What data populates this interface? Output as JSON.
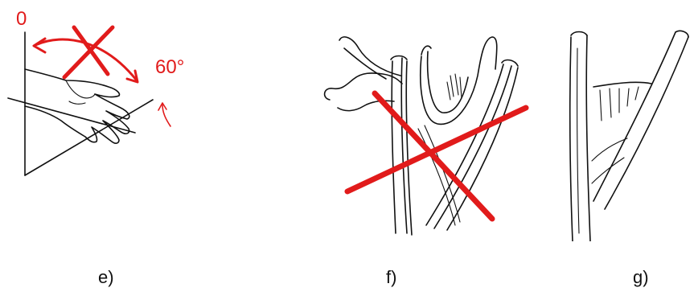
{
  "panels": [
    {
      "id": "e",
      "label": "e)",
      "annotations": {
        "zero_label": "0",
        "angle_label": "60°"
      }
    },
    {
      "id": "f",
      "label": "f)"
    },
    {
      "id": "g",
      "label": "g)"
    }
  ],
  "colors": {
    "annotation": "#e11b1b",
    "line_art": "#111111",
    "background": "#ffffff"
  }
}
